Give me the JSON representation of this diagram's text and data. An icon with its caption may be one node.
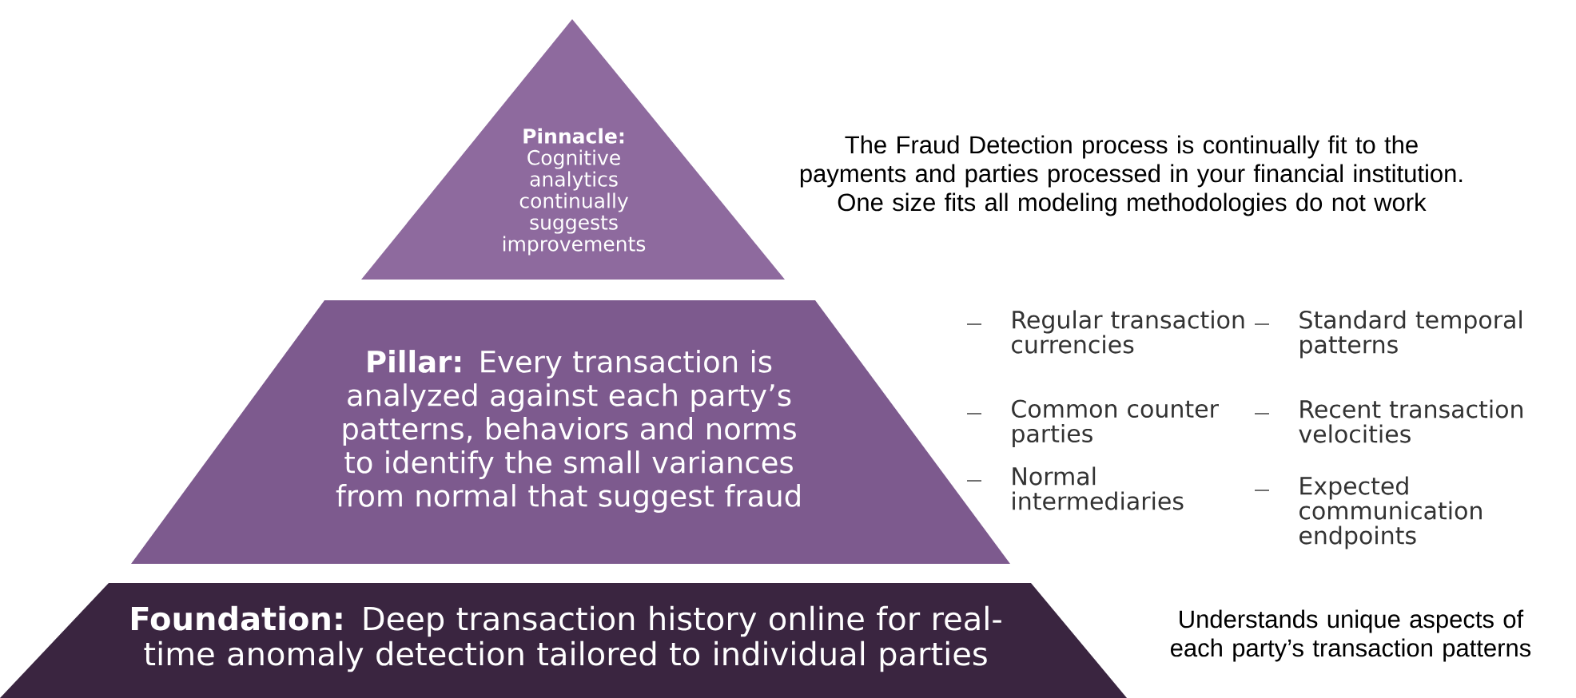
{
  "diagram": {
    "nodes": [
      {
        "text": [
          "**Pinnacle:** Cognitive analytics continually suggests improvements"
        ],
        "beside": [
          "The Fraud Detection process is continually fit to the payments and parties processed in your financial institution.  One size fits all modeling methodologies do not work"
        ]
      },
      {
        "text": [
          "**Pillar:** Every transaction is analyzed against each party’s patterns, behaviors and norms to identify the small variances from normal that suggest fraud"
        ],
        "beside": [
          "Regular transaction currencies",
          "Common counter parties",
          "Normal intermediaries",
          "Standard temporal patterns",
          "Recent transaction velocities",
          "Expected communication endpoints"
        ]
      },
      {
        "text": [
          "**Foundation:** Deep transaction history online for real-time anomaly detection tailored to individual parties"
        ],
        "beside": [
          "Understands unique aspects of each party’s transaction patterns"
        ]
      }
    ]
  }
}
